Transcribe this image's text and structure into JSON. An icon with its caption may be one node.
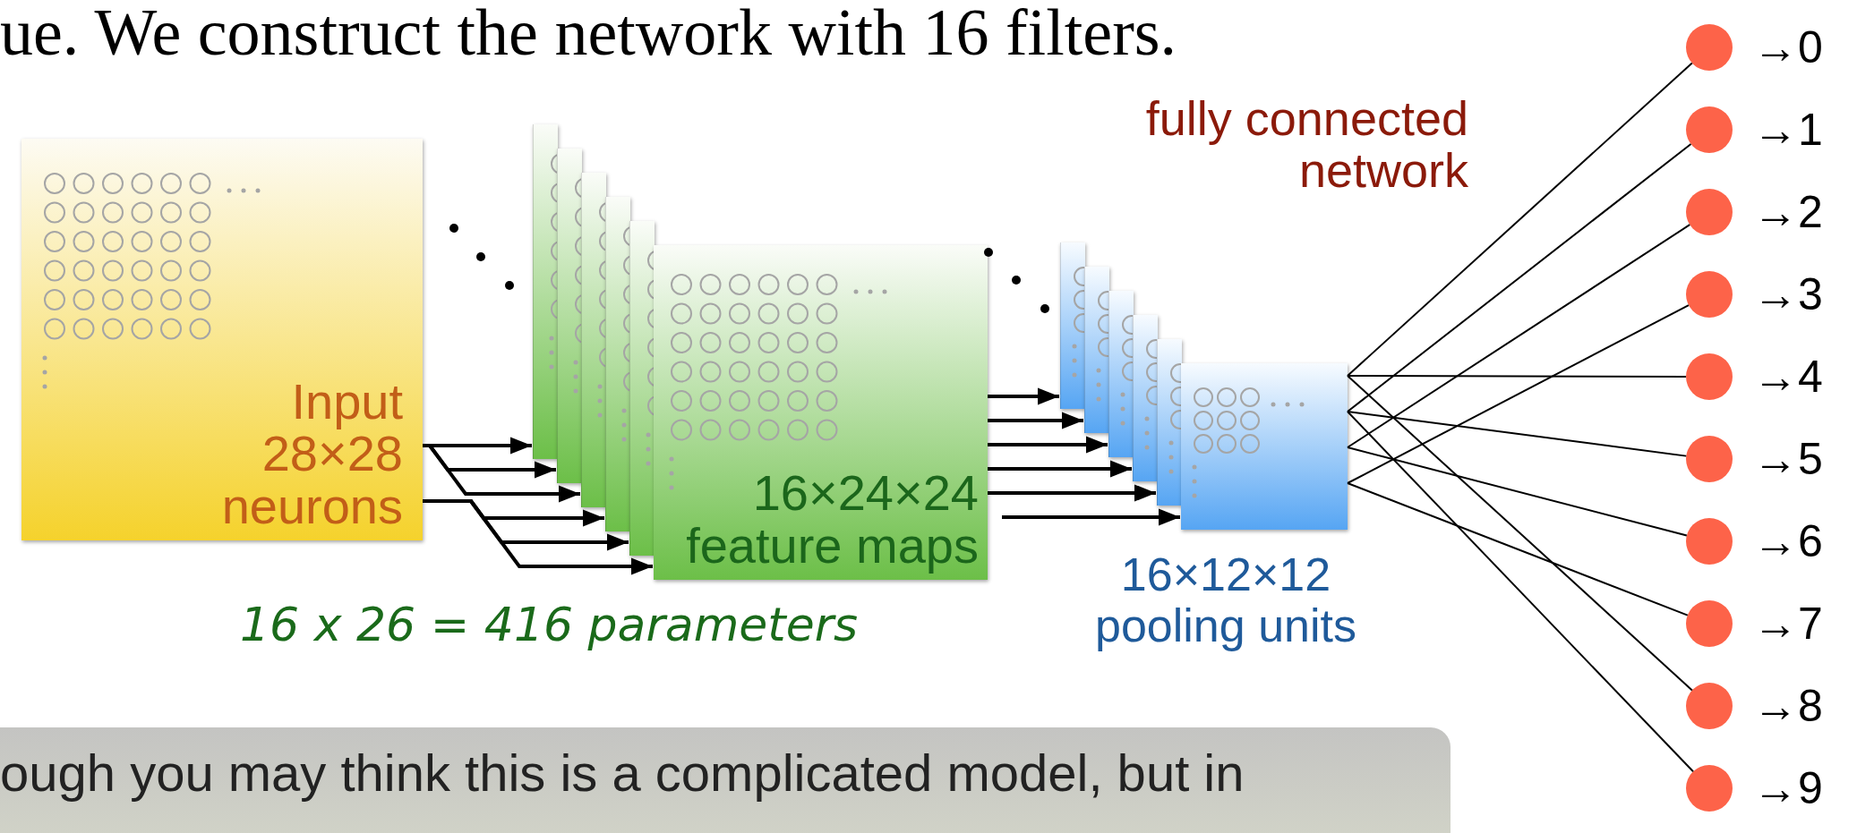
{
  "diagram": {
    "nodes": [
      {
        "text": [
          "Input 28×28 neurons"
        ]
      },
      {
        "text": [],
        "shape": "box"
      },
      {
        "text": [],
        "shape": "box"
      },
      {
        "text": [],
        "shape": "box"
      },
      {
        "text": [],
        "shape": "box"
      },
      {
        "text": [],
        "shape": "box"
      },
      {
        "text": [
          "16×24×24 feature maps"
        ]
      },
      {
        "text": [],
        "shape": "box"
      },
      {
        "text": [],
        "shape": "box"
      },
      {
        "text": [],
        "shape": "box"
      },
      {
        "text": [],
        "shape": "box"
      },
      {
        "text": [],
        "shape": "box"
      },
      {
        "text": [],
        "shape": "box",
        "beside": [
          "16×12×12 pooling units"
        ]
      },
      {
        "text": [],
        "shape": "circle",
        "beside": [
          "→0"
        ]
      },
      {
        "text": [],
        "shape": "circle",
        "beside": [
          "→1"
        ]
      },
      {
        "text": [],
        "shape": "circle",
        "beside": [
          "→2"
        ]
      },
      {
        "text": [],
        "shape": "circle",
        "beside": [
          "→3"
        ]
      },
      {
        "text": [],
        "shape": "circle",
        "beside": [
          "→4"
        ]
      },
      {
        "text": [],
        "shape": "circle",
        "beside": [
          "→5"
        ]
      },
      {
        "text": [],
        "shape": "circle",
        "beside": [
          "→6"
        ]
      },
      {
        "text": [],
        "shape": "circle",
        "beside": [
          "→7"
        ]
      },
      {
        "text": [],
        "shape": "circle",
        "beside": [
          "→8"
        ]
      },
      {
        "text": [],
        "shape": "circle",
        "beside": [
          "→9"
        ]
      }
    ],
    "edges": [
      {
        "from": 0,
        "to": 1,
        "arrow": "to"
      },
      {
        "from": 0,
        "to": 2,
        "arrow": "to"
      },
      {
        "from": 0,
        "to": 3,
        "arrow": "to"
      },
      {
        "from": 0,
        "to": 4,
        "arrow": "to"
      },
      {
        "from": 0,
        "to": 5,
        "arrow": "to"
      },
      {
        "from": 0,
        "to": 6,
        "arrow": "to"
      },
      {
        "from": 6,
        "to": 7,
        "arrow": "to"
      },
      {
        "from": 6,
        "to": 8,
        "arrow": "to"
      },
      {
        "from": 6,
        "to": 9,
        "arrow": "to"
      },
      {
        "from": 6,
        "to": 10,
        "arrow": "to"
      },
      {
        "from": 6,
        "to": 11,
        "arrow": "to"
      },
      {
        "from": 6,
        "to": 12,
        "arrow": "to"
      },
      {
        "from": 12,
        "to": 13,
        "arrow": "none"
      },
      {
        "from": 12,
        "to": 14,
        "arrow": "none"
      },
      {
        "from": 12,
        "to": 15,
        "arrow": "none"
      },
      {
        "from": 12,
        "to": 16,
        "arrow": "none"
      },
      {
        "from": 12,
        "to": 17,
        "arrow": "none"
      },
      {
        "from": 12,
        "to": 18,
        "arrow": "none"
      },
      {
        "from": 12,
        "to": 19,
        "arrow": "none"
      },
      {
        "from": 12,
        "to": 20,
        "arrow": "none"
      },
      {
        "from": 12,
        "to": 21,
        "arrow": "none"
      },
      {
        "from": 12,
        "to": 22,
        "arrow": "none"
      }
    ],
    "labels": [
      "ue. We construct the network with 16 filters.",
      "fully connected network",
      "16 x 26 = 416 parameters",
      "ough you may think this is a complicated model, but in"
    ]
  }
}
